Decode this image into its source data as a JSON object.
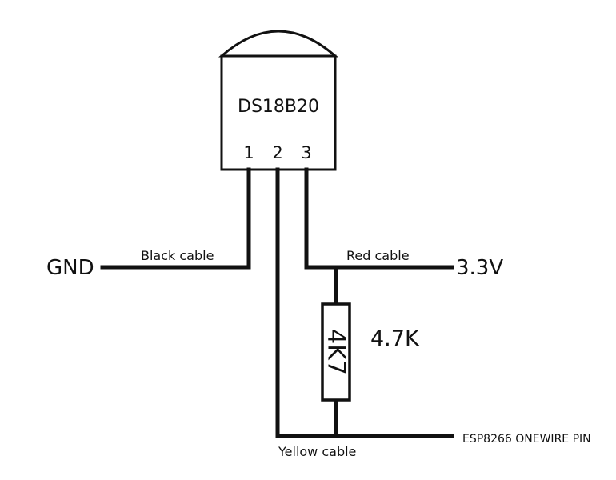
{
  "sensor": {
    "name": "DS18B20",
    "pins": [
      "1",
      "2",
      "3"
    ]
  },
  "terminals": {
    "gnd": "GND",
    "vcc": "3.3V",
    "data_pin": "ESP8266 ONEWIRE PIN"
  },
  "cables": {
    "black": "Black cable",
    "red": "Red cable",
    "yellow": "Yellow cable"
  },
  "resistor": {
    "code": "4K7",
    "value": "4.7K"
  },
  "colors": {
    "line": "#111111",
    "background": "#ffffff"
  }
}
